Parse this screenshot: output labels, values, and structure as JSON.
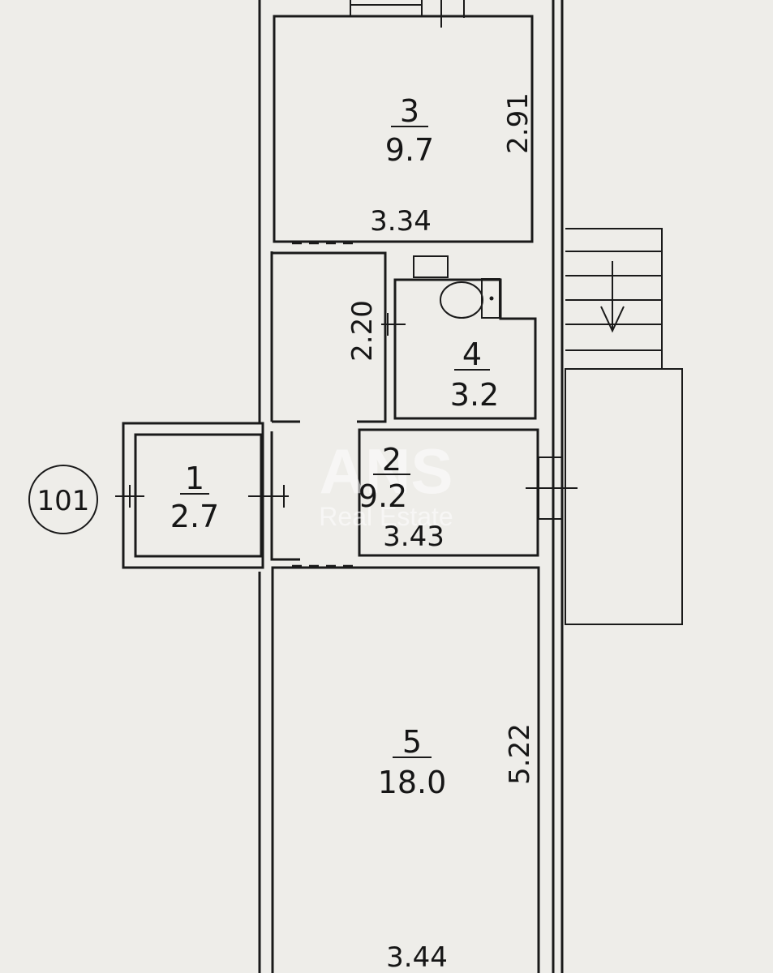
{
  "plan": {
    "apartment_number": "101",
    "rooms": [
      {
        "id": "1",
        "area": "2.7"
      },
      {
        "id": "2",
        "area": "9.2",
        "width": "3.43"
      },
      {
        "id": "3",
        "area": "9.7",
        "width": "3.34",
        "length": "2.91"
      },
      {
        "id": "4",
        "area": "3.2"
      },
      {
        "id": "5",
        "area": "18.0",
        "width": "3.44",
        "length": "5.22"
      }
    ],
    "corridor": {
      "length": "2.20"
    },
    "watermark": {
      "brand": "ANS",
      "subtitle": "Real Estate"
    }
  }
}
